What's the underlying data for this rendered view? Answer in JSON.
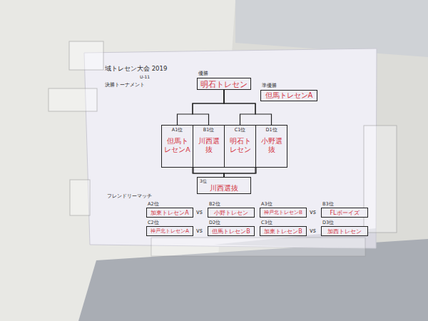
{
  "diagram": {
    "title": "域トレセン大会 2019",
    "nodes": [
      {
        "text": [
          "優勝",
          "明石トレセン"
        ]
      },
      {
        "text": [
          "準優勝",
          "但馬トレセンA"
        ]
      },
      {
        "text": [
          "A1位",
          "但馬トレセンA"
        ]
      },
      {
        "text": [
          "B1位",
          "川西選抜"
        ]
      },
      {
        "text": [
          "C1位",
          "明石トレセン"
        ]
      },
      {
        "text": [
          "D1位",
          "小野選抜"
        ]
      },
      {
        "text": [
          "3位",
          "川西選抜"
        ]
      },
      {
        "text": [
          "A2位",
          "加東トレセンA"
        ]
      },
      {
        "text": [
          "B2位",
          "小野トレセン"
        ]
      },
      {
        "text": [
          "A3位",
          "神戸北トレセンB"
        ]
      },
      {
        "text": [
          "B3位",
          "FLボーイズ"
        ]
      },
      {
        "text": [
          "C2位",
          "神戸北トレセンA"
        ]
      },
      {
        "text": [
          "D2位",
          "但馬トレセンB"
        ]
      },
      {
        "text": [
          "C3位",
          "加東トレセンB"
        ]
      },
      {
        "text": [
          "D3位",
          "加西トレセン"
        ]
      }
    ],
    "edges": [
      {
        "from": 2,
        "to": 0,
        "arrow": "none"
      },
      {
        "from": 3,
        "to": 0,
        "arrow": "none"
      },
      {
        "from": 4,
        "to": 0,
        "arrow": "none"
      },
      {
        "from": 5,
        "to": 0,
        "arrow": "none"
      },
      {
        "from": 2,
        "to": 6,
        "arrow": "none"
      },
      {
        "from": 3,
        "to": 6,
        "arrow": "none"
      },
      {
        "from": 4,
        "to": 6,
        "arrow": "none"
      },
      {
        "from": 5,
        "to": 6,
        "arrow": "none"
      }
    ],
    "labels": [
      "U-11",
      "決勝トーナメント",
      "フレンドリーマッチ",
      "vs",
      "vs",
      "vs",
      "vs"
    ]
  }
}
